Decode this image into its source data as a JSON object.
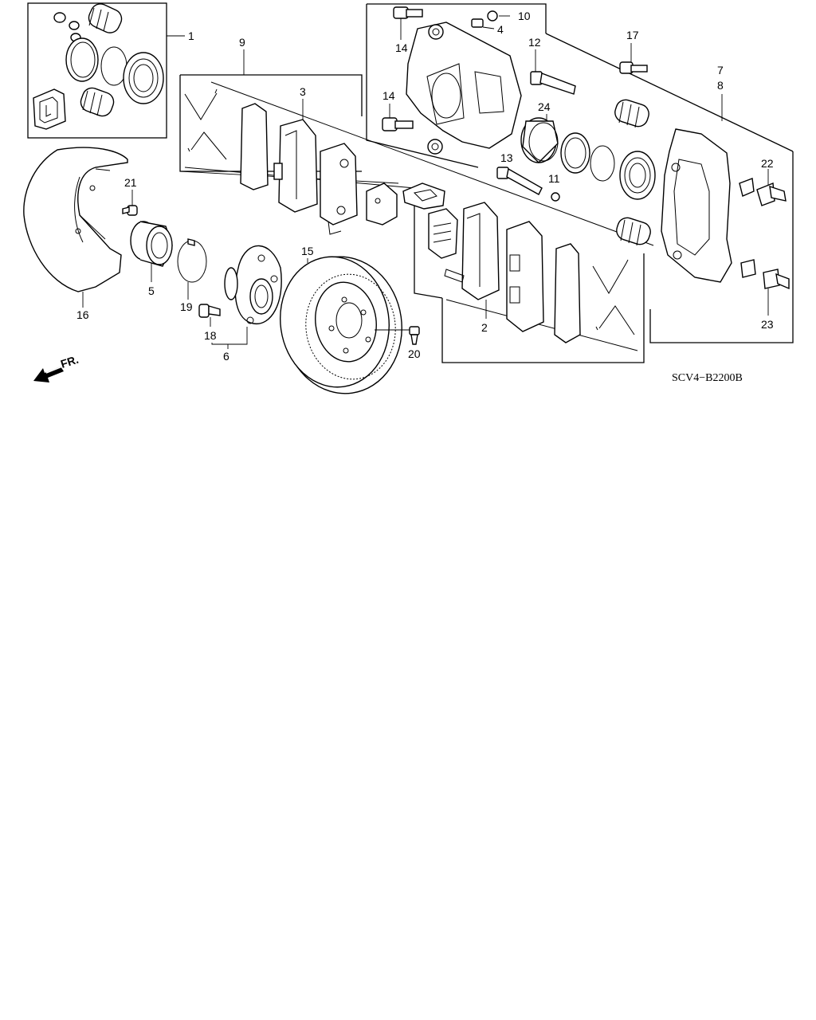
{
  "diagram_code": "SCV4−B2200B",
  "direction_label": "FR.",
  "callouts": {
    "c1": "1",
    "c2": "2",
    "c3": "3",
    "c4": "4",
    "c5": "5",
    "c6": "6",
    "c7": "7",
    "c8": "8",
    "c9": "9",
    "c10": "10",
    "c11": "11",
    "c12": "12",
    "c13": "13",
    "c14a": "14",
    "c14b": "14",
    "c15": "15",
    "c16": "16",
    "c17": "17",
    "c18": "18",
    "c19": "19",
    "c20": "20",
    "c21": "21",
    "c22": "22",
    "c23": "23",
    "c24": "24"
  }
}
